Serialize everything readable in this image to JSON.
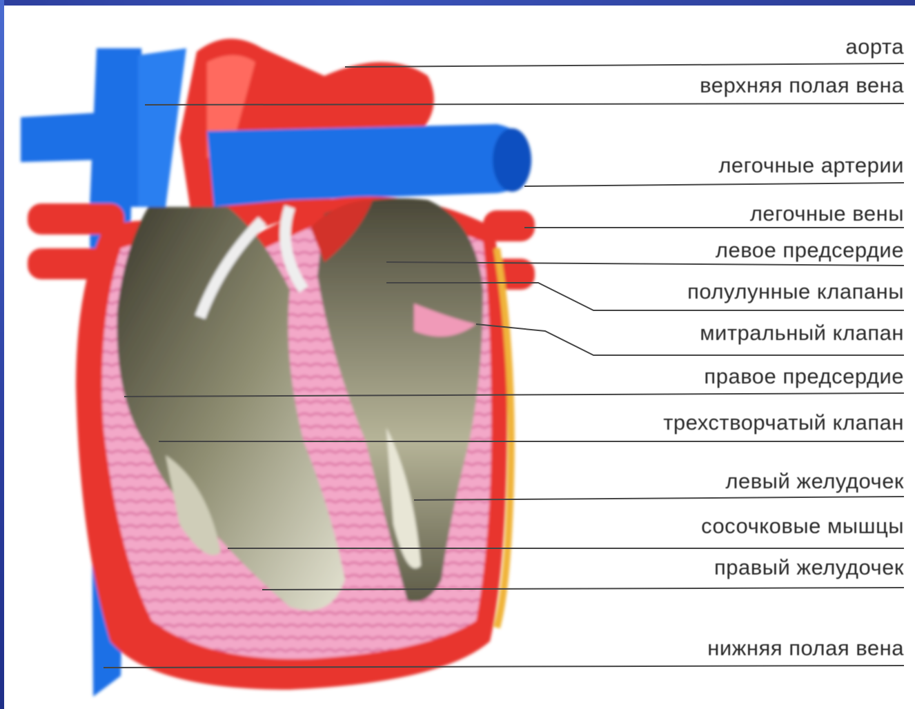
{
  "labels": [
    "аорта",
    "верхняя полая вена",
    "легочные артерии",
    "легочные вены",
    "левое предсердие",
    "полулунные клапаны",
    "митральный клапан",
    "правое предсердие",
    "трехстворчатый клапан",
    "левый желудочек",
    "сосочковые мышцы",
    "правый желудочек",
    "нижняя полая вена"
  ],
  "colors": {
    "vein": "#1e6fe6",
    "artery": "#e8362f",
    "muscle_pink": "#f2a6c6",
    "chamber": "#5c5a48",
    "background": "#ffffff",
    "slide_border": "#3a52b8"
  }
}
